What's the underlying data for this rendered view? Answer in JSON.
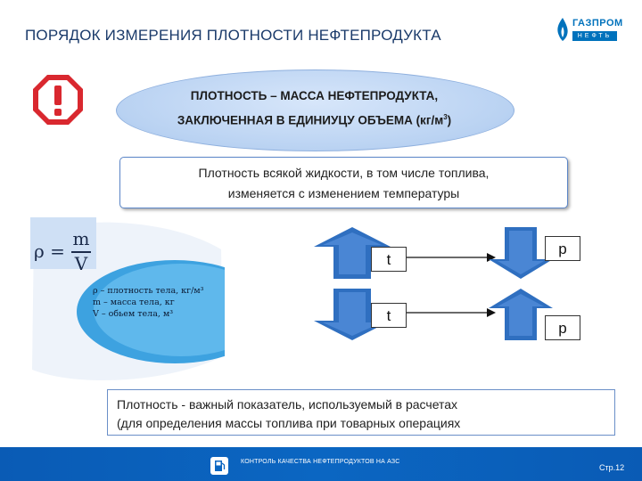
{
  "header": {
    "title": "ПОРЯДОК ИЗМЕРЕНИЯ ПЛОТНОСТИ НЕФТЕПРОДУКТА"
  },
  "logo": {
    "name": "ГАЗПРОМ",
    "sub": "НЕФТЬ",
    "color": "#0072bc"
  },
  "definition": {
    "line1": "ПЛОТНОСТЬ – МАССА НЕФТЕПРОДУКТА,",
    "line2": "ЗАКЛЮЧЕННАЯ В ЕДИНИУЦУ ОБЪЕМА (кг/м",
    "sup": "3",
    "line2_end": ")"
  },
  "note1": {
    "line1": "Плотность всякой жидкости, в том числе топлива,",
    "line2": "изменяется с изменением температуры"
  },
  "formula": {
    "rho": "ρ =",
    "numerator": "m",
    "denominator": "V",
    "legend": [
      "ρ  – плотность тела, кг/м³",
      "m  – масса тела, кг",
      "V  – обьем тела, м³"
    ]
  },
  "relations": {
    "t_up": "t",
    "p_down": "p",
    "t_down": "t",
    "p_up": "p"
  },
  "note2": {
    "line1": "Плотность - важный показатель, используемый в расчетах",
    "line2": "(для определения массы топлива при товарных операциях"
  },
  "footer": {
    "text": "КОНТРОЛЬ КАЧЕСТВА НЕФТЕПРОДУКТОВ НА АЗС",
    "page": "Стр.12"
  },
  "colors": {
    "accent": "#0b66c2",
    "warning": "#d9282f",
    "arrow_blue": "#2f6fc0"
  },
  "icons": [
    "warning-icon",
    "fuel-pump-icon",
    "gazprom-flame-icon"
  ]
}
